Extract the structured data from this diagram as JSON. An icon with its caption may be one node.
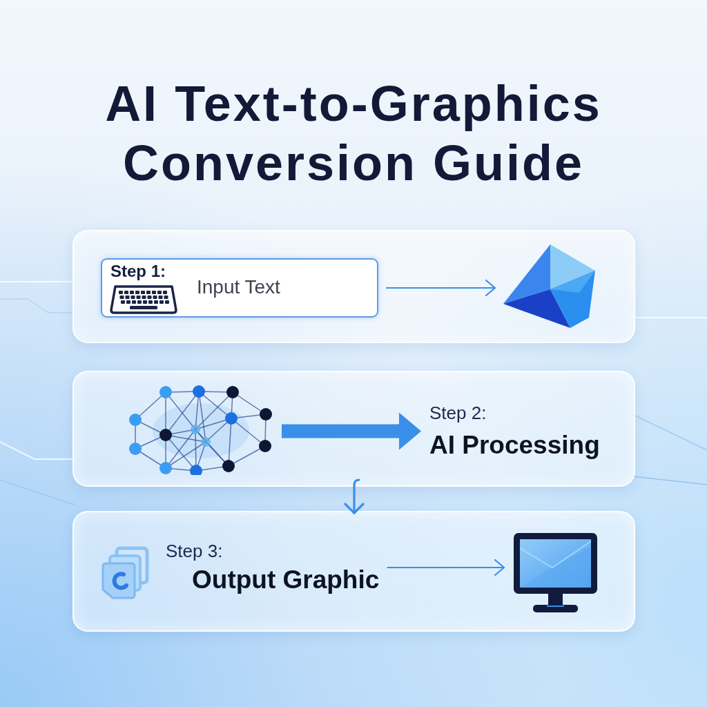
{
  "diagram": {
    "title": "AI Text-to-Graphics Conversion Guide",
    "nodes": [
      {
        "text": [],
        "shape": "box"
      },
      {
        "text": [
          "Step 1:",
          "Input Text"
        ],
        "in": 0
      },
      {
        "text": [],
        "shape": "picture",
        "in": 0
      },
      {
        "text": [],
        "shape": "box"
      },
      {
        "text": [],
        "shape": "picture",
        "in": 3
      },
      {
        "text": [
          "Step 2:",
          "AI Processing"
        ],
        "in": 3
      },
      {
        "text": [],
        "shape": "box"
      },
      {
        "text": [],
        "shape": "picture",
        "in": 6
      },
      {
        "text": [
          "Step 3:",
          "Output Graphic"
        ],
        "in": 6
      },
      {
        "text": [],
        "shape": "picture",
        "in": 6
      }
    ],
    "edges": [
      {
        "from": 1,
        "to": 2,
        "arrow": "to"
      },
      {
        "from": 4,
        "to": 5,
        "arrow": "to",
        "style": "thick"
      },
      {
        "from": 3,
        "to": 6,
        "arrow": "to"
      },
      {
        "from": 8,
        "to": 9,
        "arrow": "to"
      }
    ]
  }
}
